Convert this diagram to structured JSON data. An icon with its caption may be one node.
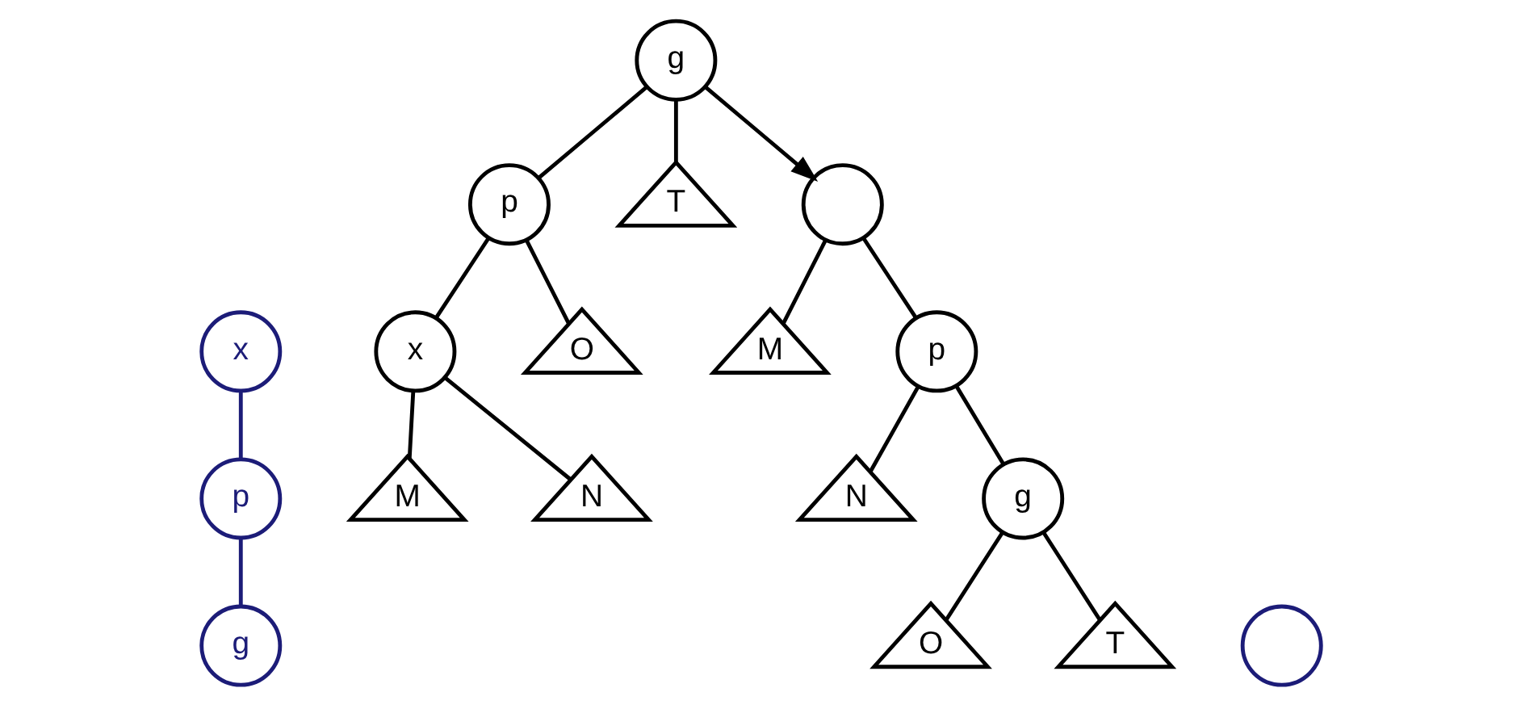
{
  "diagram": {
    "nodes": [
      {
        "text": [
          "x"
        ]
      },
      {
        "text": [
          "p"
        ]
      },
      {
        "text": [
          "g"
        ]
      },
      {
        "text": [
          "g"
        ]
      },
      {
        "text": [
          "p"
        ]
      },
      {
        "text": [
          "T"
        ]
      },
      {
        "text": [
          "x"
        ]
      },
      {
        "text": [
          "O"
        ]
      },
      {
        "text": [
          "M"
        ]
      },
      {
        "text": [
          "N"
        ]
      },
      {
        "text": [],
        "shape": "circle"
      },
      {
        "text": [
          "M"
        ]
      },
      {
        "text": [
          "p"
        ]
      },
      {
        "text": [
          "N"
        ]
      },
      {
        "text": [
          "g"
        ]
      },
      {
        "text": [
          "O"
        ]
      },
      {
        "text": [
          "T"
        ]
      },
      {
        "text": [],
        "shape": "circle"
      }
    ],
    "edges": [
      {
        "from": 0,
        "to": 1,
        "arrow": "none",
        "color": "#1c1c78"
      },
      {
        "from": 1,
        "to": 2,
        "arrow": "none",
        "color": "#1c1c78"
      },
      {
        "from": 3,
        "to": 4,
        "arrow": "none"
      },
      {
        "from": 3,
        "to": 5,
        "arrow": "none"
      },
      {
        "from": 4,
        "to": 6,
        "arrow": "none"
      },
      {
        "from": 4,
        "to": 7,
        "arrow": "none"
      },
      {
        "from": 6,
        "to": 8,
        "arrow": "none"
      },
      {
        "from": 6,
        "to": 9,
        "arrow": "none"
      },
      {
        "from": 3,
        "to": 10,
        "arrow": "to"
      },
      {
        "from": 10,
        "to": 11,
        "arrow": "none"
      },
      {
        "from": 10,
        "to": 12,
        "arrow": "none"
      },
      {
        "from": 12,
        "to": 13,
        "arrow": "none"
      },
      {
        "from": 12,
        "to": 14,
        "arrow": "none"
      },
      {
        "from": 14,
        "to": 15,
        "arrow": "none"
      },
      {
        "from": 14,
        "to": 16,
        "arrow": "none"
      }
    ]
  }
}
